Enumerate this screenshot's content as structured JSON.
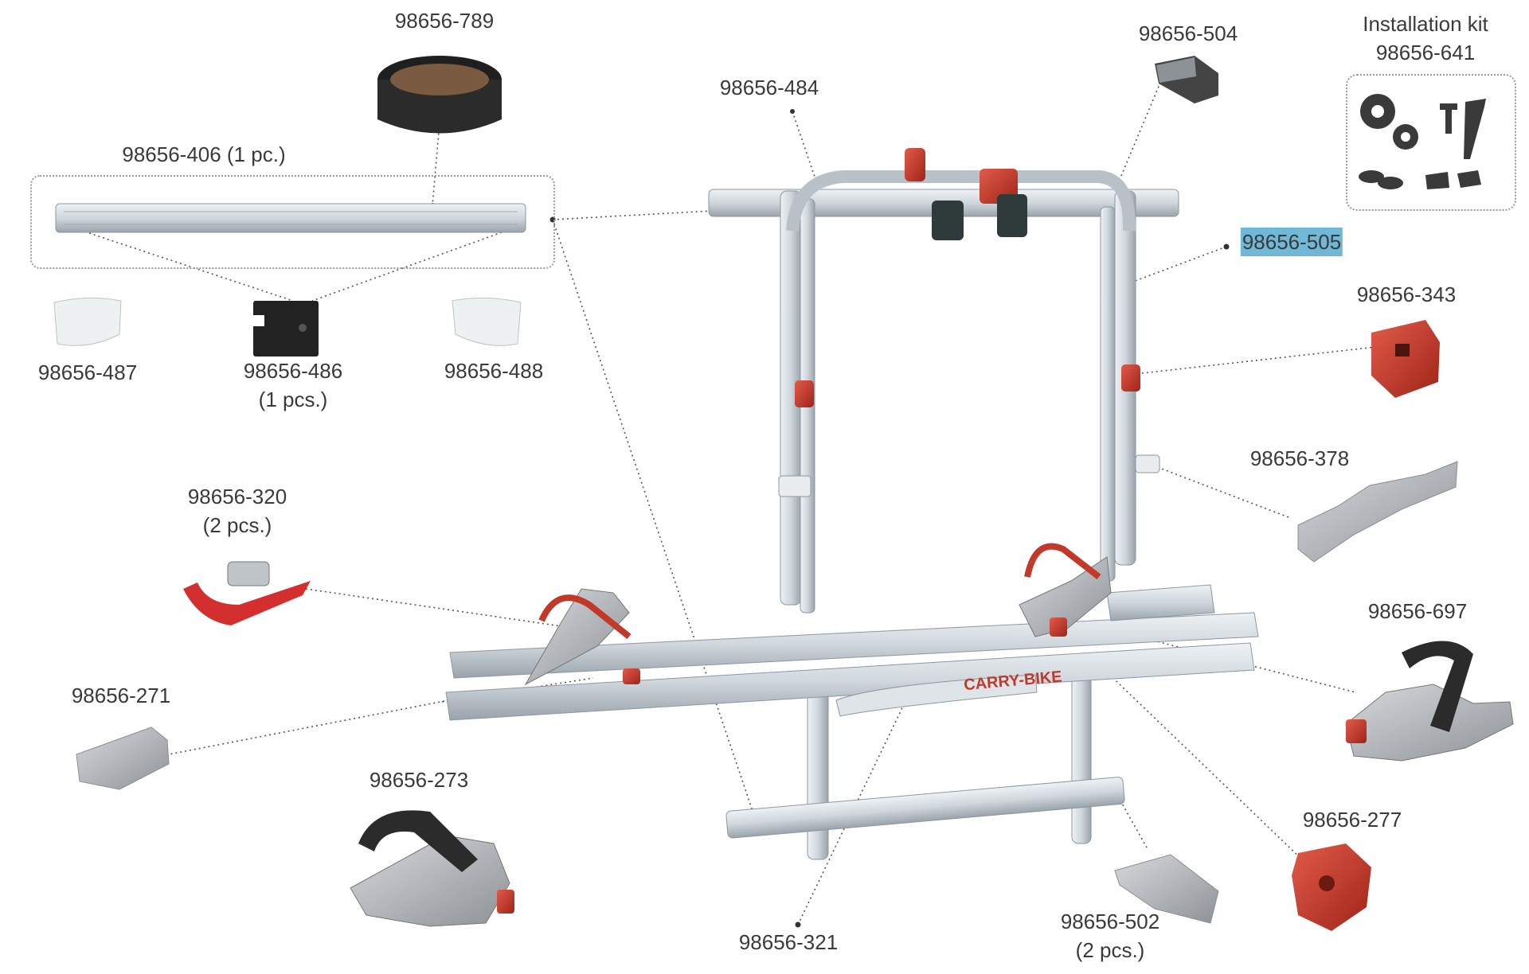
{
  "labels": {
    "p789": "98656-789",
    "p406": "98656-406 (1 pc.)",
    "p487": "98656-487",
    "p486": "98656-486",
    "p486_qty": "(1 pcs.)",
    "p488": "98656-488",
    "p484": "98656-484",
    "p504": "98656-504",
    "kit_title": "Installation kit",
    "p641": "98656-641",
    "p505": "98656-505",
    "p343": "98656-343",
    "p378": "98656-378",
    "p320": "98656-320",
    "p320_qty": "(2 pcs.)",
    "p271": "98656-271",
    "p273": "98656-273",
    "p321": "98656-321",
    "p697": "98656-697",
    "p277": "98656-277",
    "p502": "98656-502",
    "p502_qty": "(2 pcs.)"
  },
  "brand_text": "CARRY-BIKE",
  "colors": {
    "label": "#3a3a3a",
    "aluminium": "#cfd6dc",
    "aluminium_dark": "#9aa3ab",
    "red": "#c0392b",
    "grey_part": "#b5b8bc",
    "black_part": "#2b2b2b",
    "highlight": "#6fb8d8",
    "leader": "#555555"
  }
}
